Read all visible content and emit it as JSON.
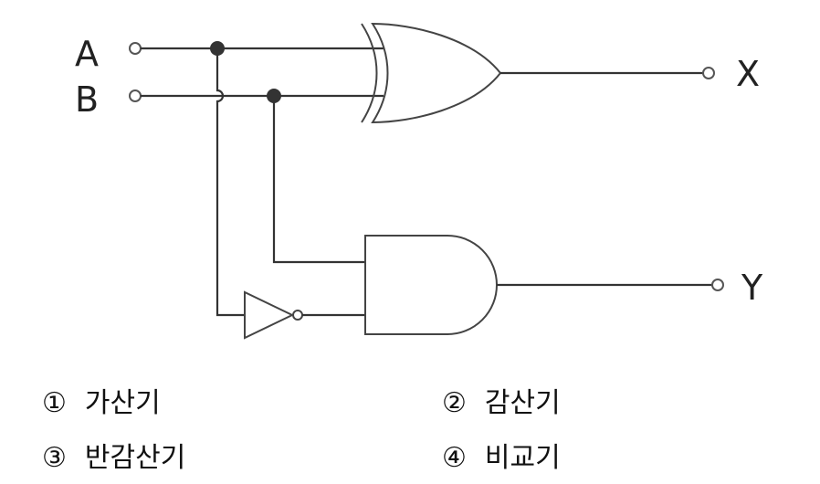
{
  "circuit": {
    "inputs": [
      "A",
      "B"
    ],
    "outputs": [
      "X",
      "Y"
    ],
    "gates": [
      "xor-gate",
      "and-gate",
      "not-gate"
    ]
  },
  "options": [
    {
      "mark": "①",
      "text": "가산기"
    },
    {
      "mark": "②",
      "text": "감산기"
    },
    {
      "mark": "③",
      "text": "반감산기"
    },
    {
      "mark": "④",
      "text": "비교기"
    }
  ]
}
